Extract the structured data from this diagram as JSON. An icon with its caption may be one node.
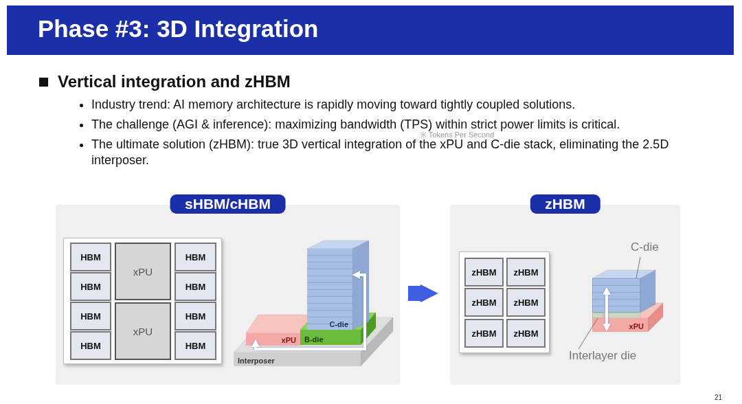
{
  "diagram": {
    "title": "Phase #3: 3D Integration",
    "nodes": [
      {
        "text": [
          "sHBM/cHBM"
        ]
      },
      {
        "text": [],
        "shape": "box",
        "in": 0
      },
      {
        "text": [
          "HBM"
        ],
        "in": 1
      },
      {
        "text": [
          "xPU"
        ],
        "in": 1
      },
      {
        "text": [
          "HBM"
        ],
        "in": 1
      },
      {
        "text": [
          "HBM"
        ],
        "in": 1
      },
      {
        "text": [
          "HBM"
        ],
        "in": 1
      },
      {
        "text": [
          "HBM"
        ],
        "in": 1
      },
      {
        "text": [
          "xPU"
        ],
        "in": 1
      },
      {
        "text": [
          "HBM"
        ],
        "in": 1
      },
      {
        "text": [
          "HBM"
        ],
        "in": 1
      },
      {
        "text": [
          "HBM"
        ],
        "in": 1
      },
      {
        "text": [
          "C-die"
        ],
        "in": 0
      },
      {
        "text": [
          "xPU"
        ],
        "in": 0
      },
      {
        "text": [
          "B-die"
        ],
        "in": 0
      },
      {
        "text": [
          "Interposer"
        ],
        "in": 0
      },
      {
        "text": [
          "zHBM"
        ]
      },
      {
        "text": [],
        "shape": "box",
        "in": 16
      },
      {
        "text": [
          "zHBM"
        ],
        "in": 17
      },
      {
        "text": [
          "zHBM"
        ],
        "in": 17
      },
      {
        "text": [
          "zHBM"
        ],
        "in": 17
      },
      {
        "text": [
          "zHBM"
        ],
        "in": 17
      },
      {
        "text": [
          "zHBM"
        ],
        "in": 17
      },
      {
        "text": [
          "zHBM"
        ],
        "in": 17
      },
      {
        "text": [
          "C-die"
        ],
        "in": 16
      },
      {
        "text": [],
        "shape": "box",
        "in": 16
      },
      {
        "text": [],
        "shape": "bar",
        "in": 16
      },
      {
        "text": [
          "xPU"
        ],
        "in": 16
      },
      {
        "text": [
          "Interlayer die"
        ],
        "in": 16
      }
    ],
    "edges": [
      {
        "from": 13,
        "to": 12,
        "arrow": "both",
        "color": "#ffffff"
      },
      {
        "from": 0,
        "to": 16,
        "arrow": "to",
        "style": "thick",
        "color": "#3f5ee0"
      },
      {
        "from": 24,
        "to": 25,
        "arrow": "none",
        "color": "#777777"
      },
      {
        "from": 25,
        "to": 27,
        "arrow": "both",
        "color": "#ffffff"
      },
      {
        "from": 28,
        "to": 26,
        "arrow": "none",
        "color": "#777777"
      }
    ],
    "labels": [
      "Vertical integration and zHBM",
      "Industry trend: AI memory architecture is rapidly moving toward tightly coupled solutions.",
      "The challenge (AGI & inference): maximizing bandwidth (TPS) within strict power limits is critical.",
      "The ultimate solution (zHBM): true 3D vertical integration of the xPU and C-die stack, eliminating the 2.5D interposer.",
      "※ Tokens Per Second",
      "21"
    ]
  }
}
